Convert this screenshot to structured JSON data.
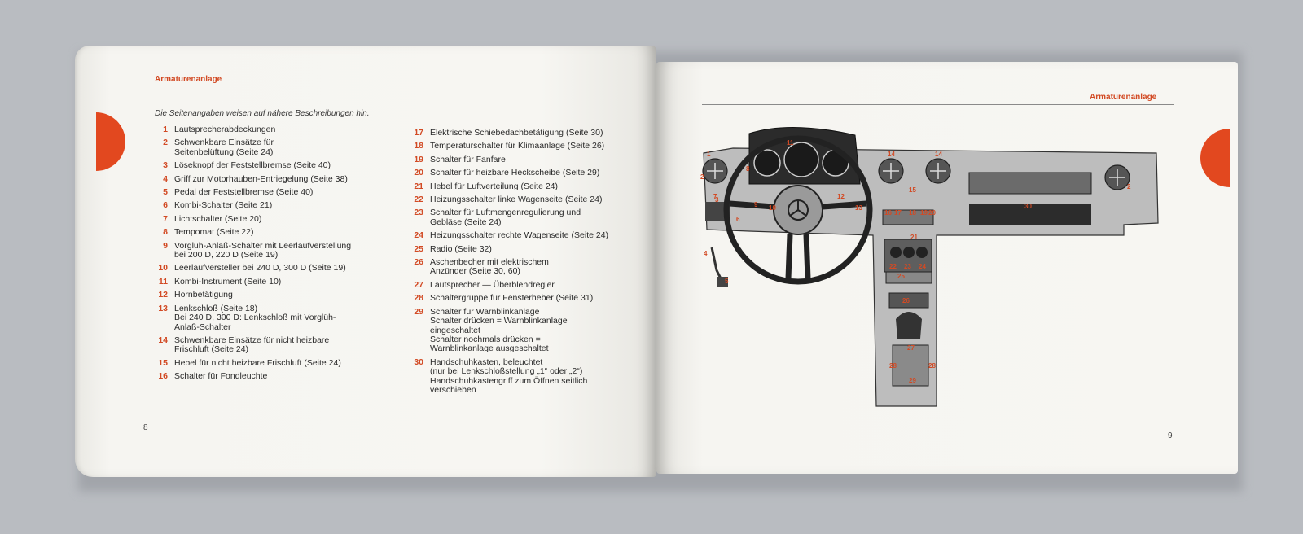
{
  "left_page": {
    "header": "Armaturenanlage",
    "intro": "Die Seitenangaben weisen auf nähere Beschreibungen hin.",
    "page_number": "8",
    "column1": [
      {
        "num": "1",
        "text": "Lautsprecherabdeckungen"
      },
      {
        "num": "2",
        "text": "Schwenkbare Einsätze für\nSeitenbelüftung (Seite 24)"
      },
      {
        "num": "3",
        "text": "Löseknopf der Feststellbremse (Seite 40)"
      },
      {
        "num": "4",
        "text": "Griff zur Motorhauben-Entriegelung (Seite 38)"
      },
      {
        "num": "5",
        "text": "Pedal der Feststellbremse (Seite 40)"
      },
      {
        "num": "6",
        "text": "Kombi-Schalter (Seite 21)"
      },
      {
        "num": "7",
        "text": "Lichtschalter (Seite 20)"
      },
      {
        "num": "8",
        "text": "Tempomat (Seite 22)"
      },
      {
        "num": "9",
        "text": "Vorglüh-Anlaß-Schalter mit Leerlaufverstellung\nbei 200 D, 220 D (Seite 19)"
      },
      {
        "num": "10",
        "text": "Leerlaufversteller bei 240 D, 300 D (Seite 19)"
      },
      {
        "num": "11",
        "text": "Kombi-Instrument (Seite 10)"
      },
      {
        "num": "12",
        "text": "Hornbetätigung"
      },
      {
        "num": "13",
        "text": "Lenkschloß (Seite 18)\nBei 240 D, 300 D: Lenkschloß mit Vorglüh-\nAnlaß-Schalter"
      },
      {
        "num": "14",
        "text": "Schwenkbare Einsätze für nicht heizbare\nFrischluft (Seite 24)"
      },
      {
        "num": "15",
        "text": "Hebel für nicht heizbare Frischluft (Seite 24)"
      },
      {
        "num": "16",
        "text": "Schalter für Fondleuchte"
      }
    ],
    "column2": [
      {
        "num": "17",
        "text": "Elektrische Schiebedachbetätigung (Seite 30)"
      },
      {
        "num": "18",
        "text": "Temperaturschalter für Klimaanlage (Seite 26)"
      },
      {
        "num": "19",
        "text": "Schalter für Fanfare"
      },
      {
        "num": "20",
        "text": "Schalter für heizbare Heckscheibe (Seite 29)"
      },
      {
        "num": "21",
        "text": "Hebel für Luftverteilung (Seite 24)"
      },
      {
        "num": "22",
        "text": "Heizungsschalter linke Wagenseite (Seite 24)"
      },
      {
        "num": "23",
        "text": "Schalter für Luftmengenregulierung und\nGebläse (Seite 24)"
      },
      {
        "num": "24",
        "text": "Heizungsschalter rechte Wagenseite (Seite 24)"
      },
      {
        "num": "25",
        "text": "Radio (Seite 32)"
      },
      {
        "num": "26",
        "text": "Aschenbecher mit elektrischem\nAnzünder (Seite 30, 60)"
      },
      {
        "num": "27",
        "text": "Lautsprecher — Überblendregler"
      },
      {
        "num": "28",
        "text": "Schaltergruppe für Fensterheber (Seite 31)"
      },
      {
        "num": "29",
        "text": "Schalter für Warnblinkanlage\nSchalter drücken = Warnblinkanlage\neingeschaltet\nSchalter nochmals drücken =\nWarnblinkanlage ausgeschaltet"
      },
      {
        "num": "30",
        "text": "Handschuhkasten, beleuchtet\n(nur bei Lenkschloßstellung „1“ oder „2“)\nHandschuhkastengriff zum Öffnen seitlich\nverschieben"
      }
    ]
  },
  "right_page": {
    "header": "Armaturenanlage",
    "page_number": "9",
    "callouts": [
      "1",
      "2",
      "3",
      "4",
      "5",
      "6",
      "7",
      "8",
      "9",
      "10",
      "11",
      "12",
      "13",
      "14",
      "14",
      "15",
      "16",
      "17",
      "18",
      "19",
      "20",
      "21",
      "22",
      "23",
      "24",
      "25",
      "26",
      "27",
      "28",
      "28",
      "29",
      "30",
      "2"
    ]
  },
  "colors": {
    "accent": "#e2481f",
    "paper": "#f6f5f1",
    "background": "#b9bcc1"
  }
}
